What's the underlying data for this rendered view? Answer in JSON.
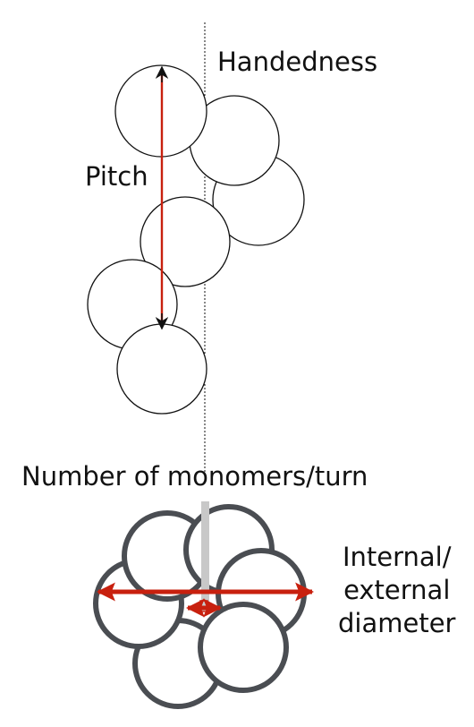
{
  "labels": {
    "handedness": "Handedness",
    "pitch": "Pitch",
    "number_per_turn": "Number of monomers/turn",
    "diameter_line1": "Internal/",
    "diameter_line2": "external",
    "diameter_line3": "diameter"
  },
  "colors": {
    "arrow_red": "#c8200e",
    "outline": "#111111",
    "ring_outline": "#4a4d52",
    "axis_core": "#c8c8c8"
  },
  "icons": [
    "double-arrow-icon"
  ]
}
